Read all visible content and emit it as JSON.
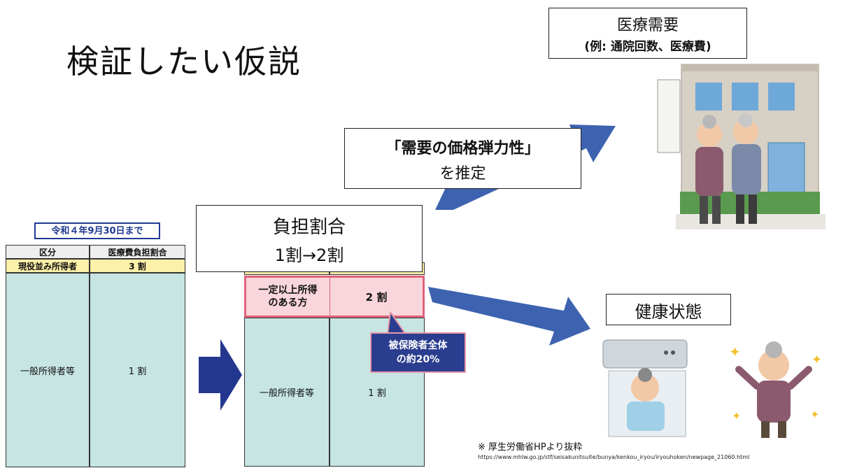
{
  "title": "検証したい仮説",
  "demand_box": {
    "line1": "医療需要",
    "line2": "(例: 通院回数、医療費)"
  },
  "elasticity_box": {
    "line1": "「需要の価格弾力性」",
    "line2": "を推定"
  },
  "burden_box": {
    "line1": "負担割合",
    "line2": "1割→2割"
  },
  "health_box": {
    "label": "健康状態"
  },
  "left_table": {
    "caption": "令和４年9月30日まで",
    "headers": [
      "区分",
      "医療費負担割合"
    ],
    "rows": [
      {
        "category": "現役並み所得者",
        "ratio": "3 割"
      },
      {
        "category": "一般所得者等",
        "ratio": "1 割"
      }
    ]
  },
  "right_table": {
    "rows": [
      {
        "category": "一定以上所得\nのある方",
        "ratio": "2 割"
      },
      {
        "category": "一般所得者等",
        "ratio": "1 割"
      }
    ]
  },
  "callout": {
    "line1": "被保険者全体",
    "line2": "の約20%"
  },
  "source": {
    "note": "※ 厚生労働省HPより抜粋",
    "url": "https://www.mhlw.go.jp/stf/seisakunitsuite/bunya/kenkou_iryou/iryouhoken/newpage_21060.html"
  },
  "colors": {
    "arrow": "#3d63b0",
    "dark_arrow": "#24378f",
    "header_yellow": "#fdf0a8",
    "teal": "#c6e5e3",
    "highlight": "#f9d6dc",
    "highlight_border": "#e0637a"
  }
}
